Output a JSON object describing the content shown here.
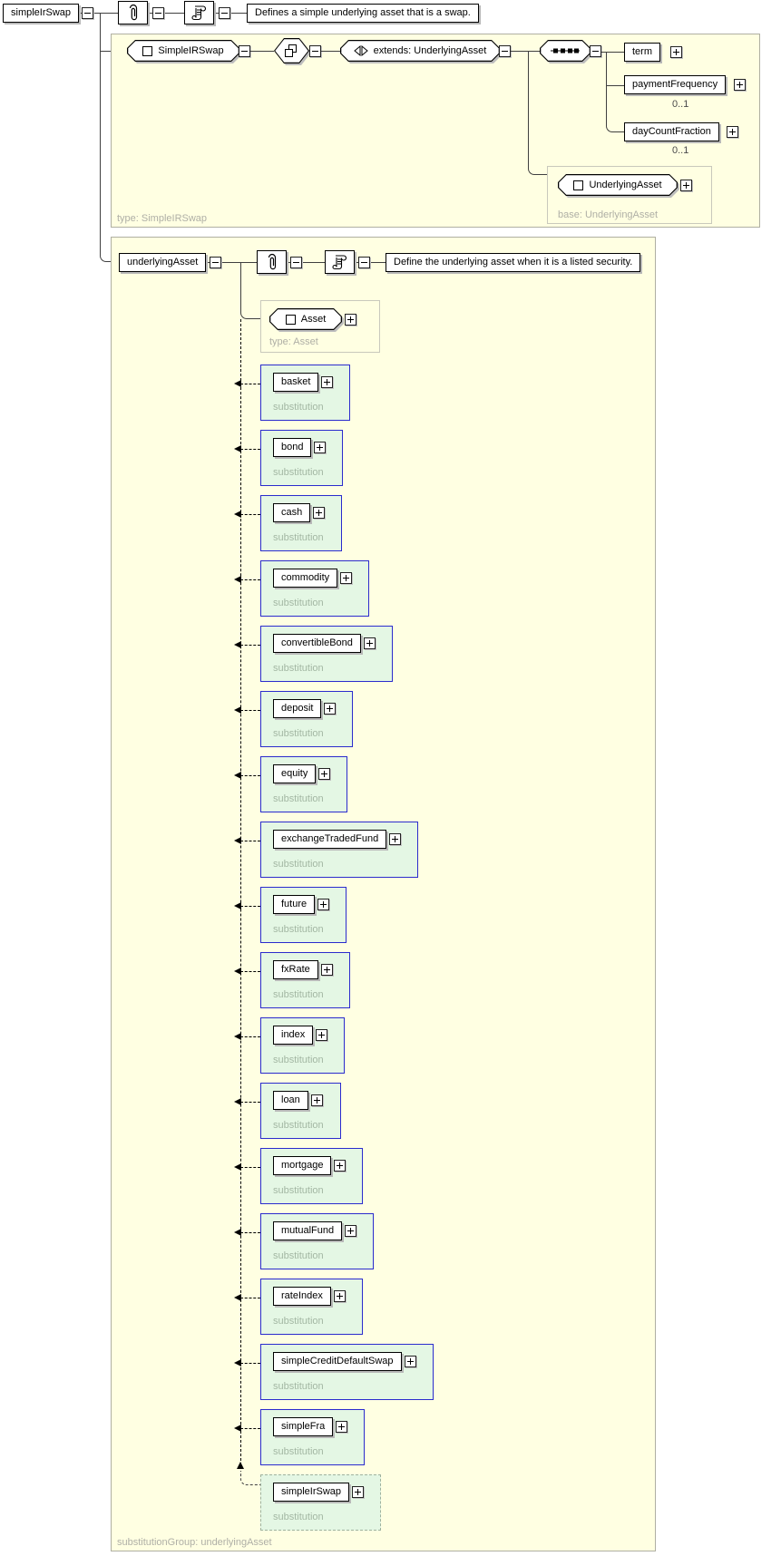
{
  "diagram": {
    "root": {
      "label": "simpleIrSwap",
      "doc": "Defines a simple underlying asset that is a swap."
    },
    "type_panel": {
      "footer": "type: SimpleIRSwap",
      "type": {
        "label": "SimpleIRSwap"
      },
      "extension": {
        "label": "extends: UnderlyingAsset"
      },
      "sequence_children": [
        {
          "name": "term",
          "occurs": ""
        },
        {
          "name": "paymentFrequency",
          "occurs": "0..1"
        },
        {
          "name": "dayCountFraction",
          "occurs": "0..1"
        }
      ],
      "base": {
        "label": "UnderlyingAsset",
        "footer": "base: UnderlyingAsset"
      }
    },
    "substitution_panel": {
      "footer": "substitutionGroup: underlyingAsset",
      "head": {
        "label": "underlyingAsset",
        "doc": "Define the underlying asset when it is a listed security."
      },
      "head_type": {
        "label": "Asset",
        "footer": "type: Asset"
      },
      "member_caption": "substitution",
      "members": [
        "basket",
        "bond",
        "cash",
        "commodity",
        "convertibleBond",
        "deposit",
        "equity",
        "exchangeTradedFund",
        "future",
        "fxRate",
        "index",
        "loan",
        "mortgage",
        "mutualFund",
        "rateIndex",
        "simpleCreditDefaultSwap",
        "simpleFra",
        "simpleIrSwap"
      ]
    },
    "icons": {
      "annotation": "paperclip-icon",
      "documentation": "scroll-icon",
      "complex_type": "square-icon",
      "derivation": "overlapping-squares-icon",
      "extension": "opposing-triangles-icon",
      "sequence": "sequence-icon",
      "collapse": "minus-box-icon",
      "expand": "plus-box-icon"
    },
    "colors": {
      "panel_bg": "#FFFFE2",
      "panel_border": "#AFAFA2",
      "member_bg": "#E4F7E4",
      "member_border": "#2B2BCD",
      "self_border": "#9FB29F",
      "muted_text": "#AFAFA6",
      "substitution_text": "#A3B7A3",
      "line": "#3F3F3F"
    }
  }
}
